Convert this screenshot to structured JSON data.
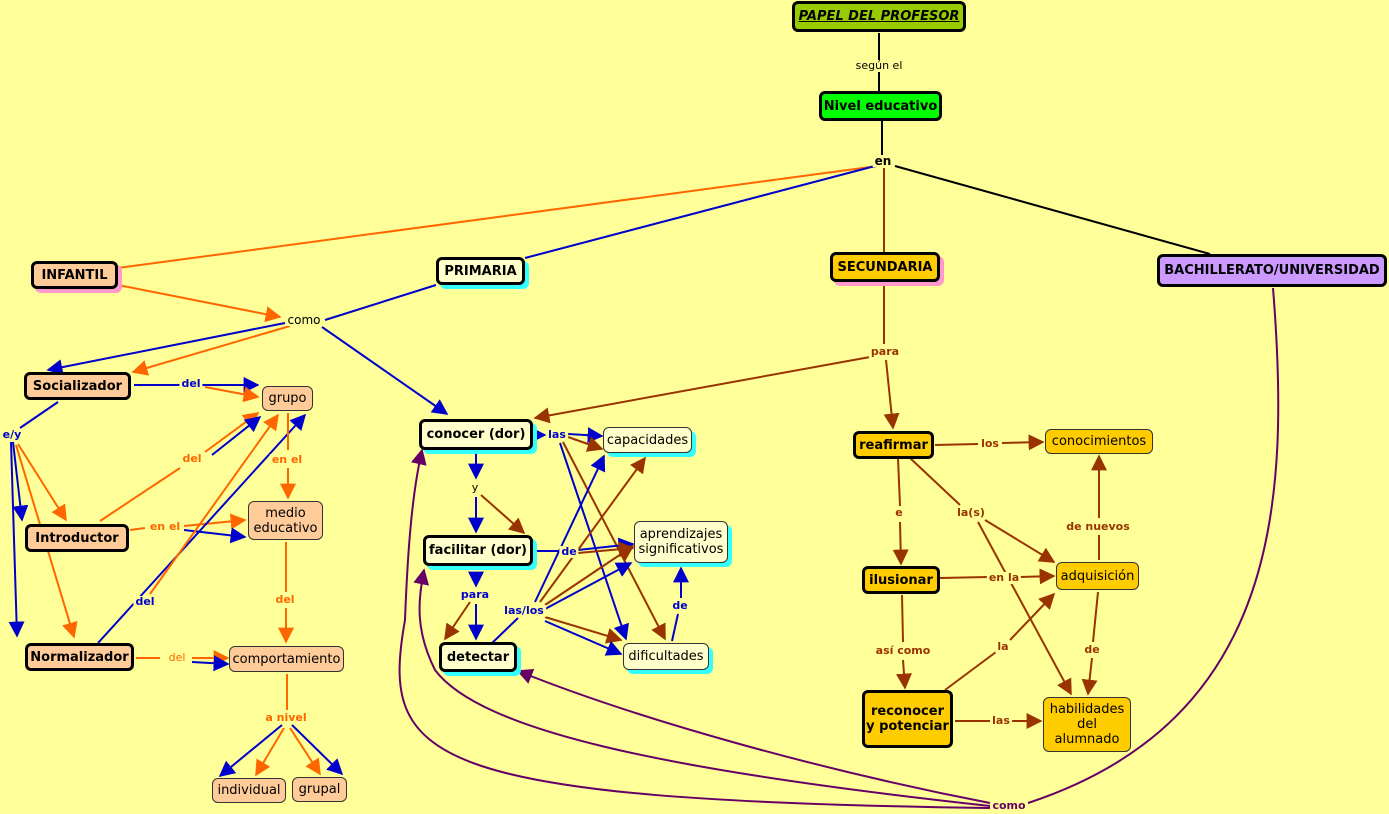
{
  "nodes": {
    "papel": "PAPEL DEL PROFESOR",
    "nivel": "Nivel educativo",
    "infantil": "INFANTIL",
    "primaria": "PRIMARIA",
    "secundaria": "SECUNDARIA",
    "bach": "BACHILLERATO/UNIVERSIDAD",
    "socializador": "Socializador",
    "introductor": "Introductor",
    "normalizador": "Normalizador",
    "grupo": "grupo",
    "medio": "medio educativo",
    "comportamiento": "comportamiento",
    "individual": "individual",
    "grupal": "grupal",
    "conocer": "conocer (dor)",
    "facilitar": "facilitar (dor)",
    "detectar": "detectar",
    "capacidades": "capacidades",
    "aprendizajes": "aprendizajes significativos",
    "dificultades": "dificultades",
    "reafirmar": "reafirmar",
    "ilusionar": "ilusionar",
    "reconocer": "reconocer y potenciar",
    "conocimientos": "conocimientos",
    "adquisicion": "adquisición",
    "habilidades": "habilidades del alumnado"
  },
  "links": {
    "segun": "según el",
    "en": "en",
    "como1": "como",
    "ey": "e/y",
    "del1": "del",
    "del2": "del",
    "enel1": "en el",
    "enel2": "en el",
    "del3": "del",
    "del4": "del",
    "del5": "del",
    "anivel": "a nivel",
    "las1": "las",
    "y1": "y",
    "de1": "de",
    "para1": "para",
    "laslos": "las/los",
    "de2": "de",
    "para2": "para",
    "los": "los",
    "e": "e",
    "las2": "la(s)",
    "enla": "en la",
    "asicomo": "así como",
    "la": "la",
    "denuevos": "de nuevos",
    "de3": "de",
    "las3": "las",
    "como2": "como"
  },
  "colors": {
    "background": "#ffff99",
    "orange": "#ff6600",
    "blue": "#0000cc",
    "brown": "#993300",
    "purple": "#660066",
    "black": "#000000"
  }
}
